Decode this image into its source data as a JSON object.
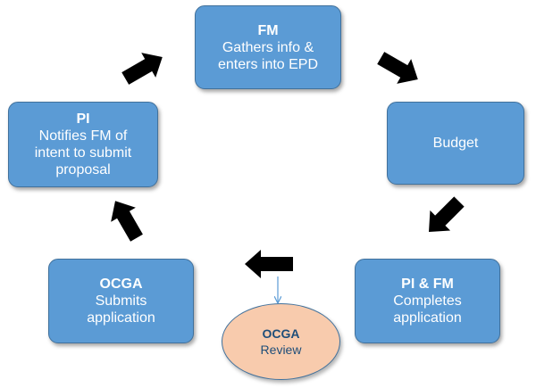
{
  "nodes": {
    "fm": {
      "title": "FM",
      "lines": [
        "Gathers info &",
        "enters into EPD"
      ]
    },
    "pi": {
      "title": "PI",
      "lines": [
        "Notifies FM of",
        "intent to submit",
        "proposal"
      ]
    },
    "budget": {
      "title": "",
      "lines": [
        "Budget"
      ]
    },
    "pifm": {
      "title": "PI & FM",
      "lines": [
        "Completes",
        "application"
      ]
    },
    "ocga": {
      "title": "OCGA",
      "lines": [
        "Submits",
        "application"
      ]
    },
    "review": {
      "title": "OCGA",
      "lines": [
        "Review"
      ]
    }
  },
  "colors": {
    "box_fill": "#5b9bd5",
    "box_border": "#41719c",
    "box_text": "#ffffff",
    "review_fill": "#f8cbad",
    "review_text": "#1f4e79",
    "arrow": "#000000",
    "connector": "#5b9bd5"
  }
}
